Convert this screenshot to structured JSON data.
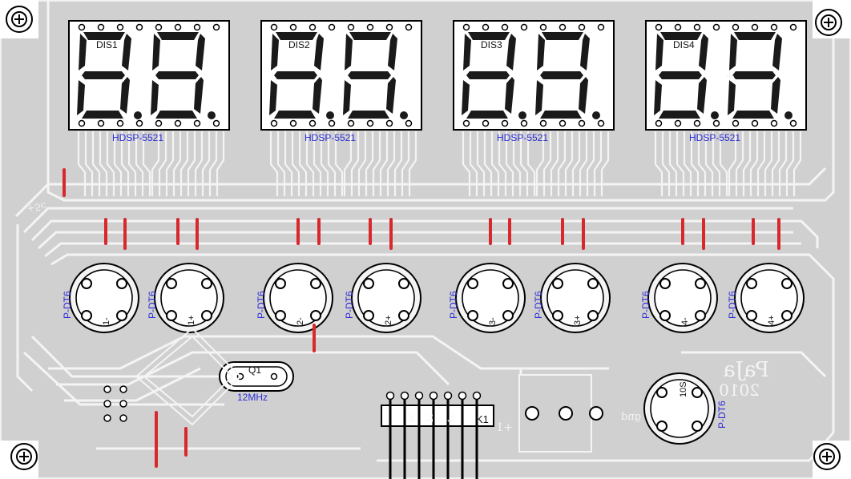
{
  "displays": [
    {
      "designator": "DIS1",
      "part": "HDSP-5521"
    },
    {
      "designator": "DIS2",
      "part": "HDSP-5521"
    },
    {
      "designator": "DIS3",
      "part": "HDSP-5521"
    },
    {
      "designator": "DIS4",
      "part": "HDSP-5521"
    }
  ],
  "buttons": [
    {
      "footprint": "P-DT6",
      "signal": "1-"
    },
    {
      "footprint": "P-DT6",
      "signal": "1+"
    },
    {
      "footprint": "P-DT6",
      "signal": "2-"
    },
    {
      "footprint": "P-DT6",
      "signal": "2+"
    },
    {
      "footprint": "P-DT6",
      "signal": "3-"
    },
    {
      "footprint": "P-DT6",
      "signal": "3+"
    },
    {
      "footprint": "P-DT6",
      "signal": "4-"
    },
    {
      "footprint": "P-DT6",
      "signal": "4+"
    }
  ],
  "extra_button": {
    "footprint": "P-DT6",
    "signal": "10S"
  },
  "crystal": {
    "designator": "Q1",
    "value": "12MHz"
  },
  "connector": {
    "designator": "K1"
  },
  "silkscreen": {
    "author": "PaJa",
    "year": "2010",
    "gnd": "gnd",
    "plus": "+",
    "plus_five": "+5c",
    "plus_one": "+1",
    "pin_labels": [
      "9c",
      "1c",
      "1c"
    ]
  },
  "colors": {
    "board": "#d0d0d0",
    "copper": "#ffffff",
    "outline": "#111111",
    "label": "#2b2bd6",
    "jumper": "#d8282b"
  }
}
